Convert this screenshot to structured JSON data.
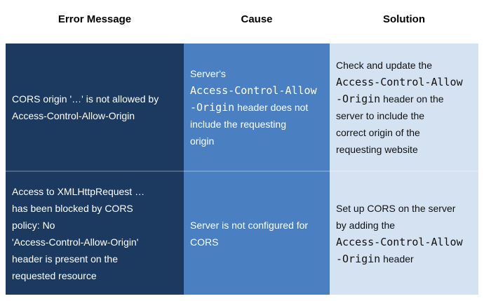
{
  "table": {
    "colors": {
      "header_text": "#000000",
      "error_bg": "#1c3a60",
      "error_text": "#ffffff",
      "cause_bg": "#4a80c2",
      "cause_text": "#ffffff",
      "solution_bg": "#d5e2f2",
      "solution_text": "#111111",
      "row_divider": "rgba(255,255,255,0.22)"
    },
    "headers": [
      {
        "label": "Error Message"
      },
      {
        "label": "Cause"
      },
      {
        "label": "Solution"
      }
    ],
    "rows": [
      {
        "error": {
          "segments": [
            {
              "type": "text",
              "text": "CORS origin '…' is not allowed by"
            },
            {
              "type": "br"
            },
            {
              "type": "text",
              "text": "Access-Control-Allow-Origin"
            }
          ]
        },
        "cause": {
          "segments": [
            {
              "type": "text",
              "text": "Server's"
            },
            {
              "type": "br"
            },
            {
              "type": "code",
              "text": "Access-Control-Allow"
            },
            {
              "type": "br"
            },
            {
              "type": "code",
              "text": "-Origin"
            },
            {
              "type": "text",
              "text": " header does not"
            },
            {
              "type": "br"
            },
            {
              "type": "text",
              "text": "include the requesting"
            },
            {
              "type": "br"
            },
            {
              "type": "text",
              "text": "origin"
            }
          ]
        },
        "solution": {
          "segments": [
            {
              "type": "text",
              "text": "Check and update the"
            },
            {
              "type": "br"
            },
            {
              "type": "code",
              "text": "Access-Control-Allow"
            },
            {
              "type": "br"
            },
            {
              "type": "code",
              "text": "-Origin"
            },
            {
              "type": "text",
              "text": " header on the"
            },
            {
              "type": "br"
            },
            {
              "type": "text",
              "text": "server to include the"
            },
            {
              "type": "br"
            },
            {
              "type": "text",
              "text": "correct origin of the"
            },
            {
              "type": "br"
            },
            {
              "type": "text",
              "text": "requesting website"
            }
          ]
        }
      },
      {
        "error": {
          "segments": [
            {
              "type": "text",
              "text": "Access to XMLHttpRequest …"
            },
            {
              "type": "br"
            },
            {
              "type": "text",
              "text": "has been blocked by CORS"
            },
            {
              "type": "br"
            },
            {
              "type": "text",
              "text": "policy: No"
            },
            {
              "type": "br"
            },
            {
              "type": "text",
              "text": "'Access-Control-Allow-Origin'"
            },
            {
              "type": "br"
            },
            {
              "type": "text",
              "text": "header is present on the"
            },
            {
              "type": "br"
            },
            {
              "type": "text",
              "text": "requested resource"
            }
          ]
        },
        "cause": {
          "segments": [
            {
              "type": "text",
              "text": "Server is not configured for"
            },
            {
              "type": "br"
            },
            {
              "type": "text",
              "text": "CORS"
            }
          ]
        },
        "solution": {
          "segments": [
            {
              "type": "text",
              "text": "Set up CORS on the server"
            },
            {
              "type": "br"
            },
            {
              "type": "text",
              "text": "by adding the"
            },
            {
              "type": "br"
            },
            {
              "type": "code",
              "text": "Access-Control-Allow"
            },
            {
              "type": "br"
            },
            {
              "type": "code",
              "text": "-Origin"
            },
            {
              "type": "text",
              "text": " header"
            }
          ]
        }
      }
    ]
  }
}
